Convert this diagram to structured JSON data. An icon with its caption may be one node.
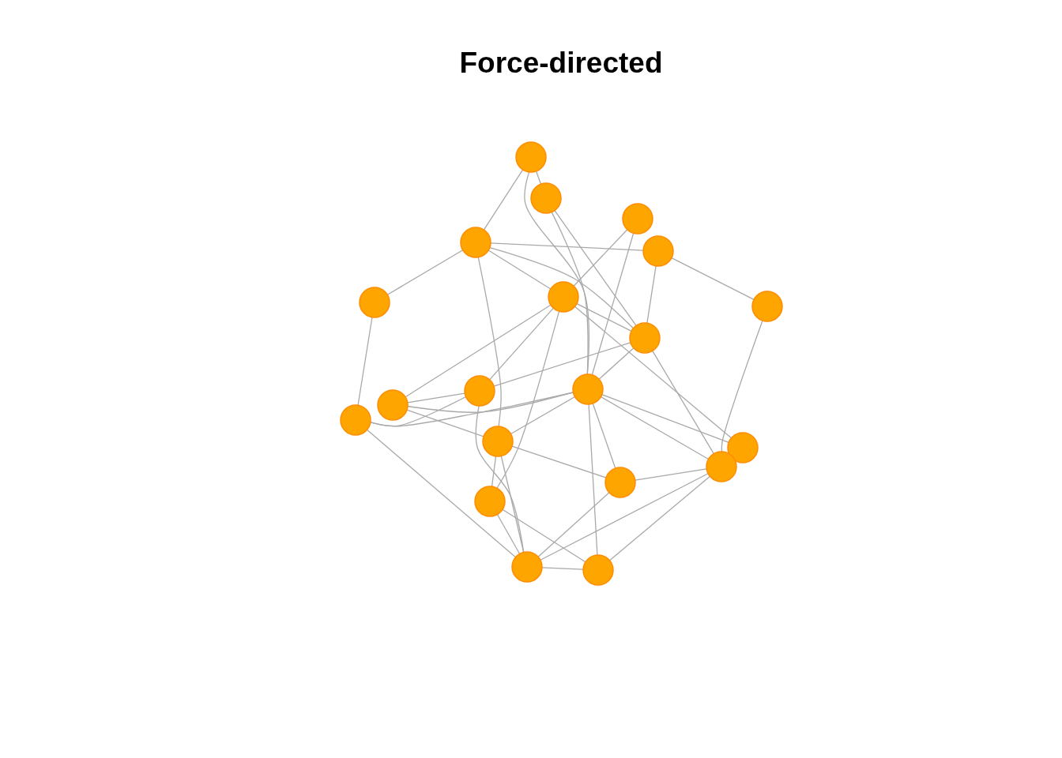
{
  "diagram": {
    "title": "Force-directed",
    "nodes": [
      {
        "text": [],
        "shape": "circle"
      },
      {
        "text": [],
        "shape": "circle"
      },
      {
        "text": [],
        "shape": "circle"
      },
      {
        "text": [],
        "shape": "circle"
      },
      {
        "text": [],
        "shape": "circle"
      },
      {
        "text": [],
        "shape": "circle"
      },
      {
        "text": [],
        "shape": "circle"
      },
      {
        "text": [],
        "shape": "circle"
      },
      {
        "text": [],
        "shape": "circle"
      },
      {
        "text": [],
        "shape": "circle"
      },
      {
        "text": [],
        "shape": "circle"
      },
      {
        "text": [],
        "shape": "circle"
      },
      {
        "text": [],
        "shape": "circle"
      },
      {
        "text": [],
        "shape": "circle"
      },
      {
        "text": [],
        "shape": "circle"
      },
      {
        "text": [],
        "shape": "circle"
      },
      {
        "text": [],
        "shape": "circle"
      },
      {
        "text": [],
        "shape": "circle"
      },
      {
        "text": [],
        "shape": "circle"
      },
      {
        "text": [],
        "shape": "circle"
      }
    ],
    "edges": [
      {
        "from": 0,
        "to": 1,
        "arrow": "none"
      },
      {
        "from": 0,
        "to": 3,
        "arrow": "none"
      },
      {
        "from": 0,
        "to": 10,
        "arrow": "none"
      },
      {
        "from": 1,
        "to": 10,
        "arrow": "none"
      },
      {
        "from": 1,
        "to": 8,
        "arrow": "none"
      },
      {
        "from": 2,
        "to": 6,
        "arrow": "none"
      },
      {
        "from": 2,
        "to": 10,
        "arrow": "none"
      },
      {
        "from": 3,
        "to": 4,
        "arrow": "none"
      },
      {
        "from": 3,
        "to": 5,
        "arrow": "none"
      },
      {
        "from": 3,
        "to": 6,
        "arrow": "none"
      },
      {
        "from": 3,
        "to": 8,
        "arrow": "none"
      },
      {
        "from": 3,
        "to": 13,
        "arrow": "none"
      },
      {
        "from": 4,
        "to": 7,
        "arrow": "none"
      },
      {
        "from": 4,
        "to": 8,
        "arrow": "none"
      },
      {
        "from": 5,
        "to": 12,
        "arrow": "none"
      },
      {
        "from": 6,
        "to": 8,
        "arrow": "none"
      },
      {
        "from": 6,
        "to": 9,
        "arrow": "none"
      },
      {
        "from": 6,
        "to": 11,
        "arrow": "none"
      },
      {
        "from": 6,
        "to": 14,
        "arrow": "none"
      },
      {
        "from": 6,
        "to": 17,
        "arrow": "none"
      },
      {
        "from": 7,
        "to": 15,
        "arrow": "none"
      },
      {
        "from": 8,
        "to": 9,
        "arrow": "none"
      },
      {
        "from": 8,
        "to": 10,
        "arrow": "none"
      },
      {
        "from": 8,
        "to": 15,
        "arrow": "none"
      },
      {
        "from": 9,
        "to": 11,
        "arrow": "none"
      },
      {
        "from": 9,
        "to": 12,
        "arrow": "none"
      },
      {
        "from": 9,
        "to": 18,
        "arrow": "none"
      },
      {
        "from": 10,
        "to": 11,
        "arrow": "none"
      },
      {
        "from": 10,
        "to": 12,
        "arrow": "none"
      },
      {
        "from": 10,
        "to": 13,
        "arrow": "none"
      },
      {
        "from": 10,
        "to": 14,
        "arrow": "none"
      },
      {
        "from": 10,
        "to": 15,
        "arrow": "none"
      },
      {
        "from": 10,
        "to": 16,
        "arrow": "none"
      },
      {
        "from": 10,
        "to": 19,
        "arrow": "none"
      },
      {
        "from": 11,
        "to": 13,
        "arrow": "none"
      },
      {
        "from": 12,
        "to": 18,
        "arrow": "none"
      },
      {
        "from": 13,
        "to": 16,
        "arrow": "none"
      },
      {
        "from": 13,
        "to": 17,
        "arrow": "none"
      },
      {
        "from": 13,
        "to": 18,
        "arrow": "none"
      },
      {
        "from": 15,
        "to": 16,
        "arrow": "none"
      },
      {
        "from": 15,
        "to": 18,
        "arrow": "none"
      },
      {
        "from": 15,
        "to": 19,
        "arrow": "none"
      },
      {
        "from": 16,
        "to": 18,
        "arrow": "none"
      },
      {
        "from": 17,
        "to": 18,
        "arrow": "none"
      },
      {
        "from": 17,
        "to": 19,
        "arrow": "none"
      },
      {
        "from": 18,
        "to": 19,
        "arrow": "none"
      }
    ]
  }
}
